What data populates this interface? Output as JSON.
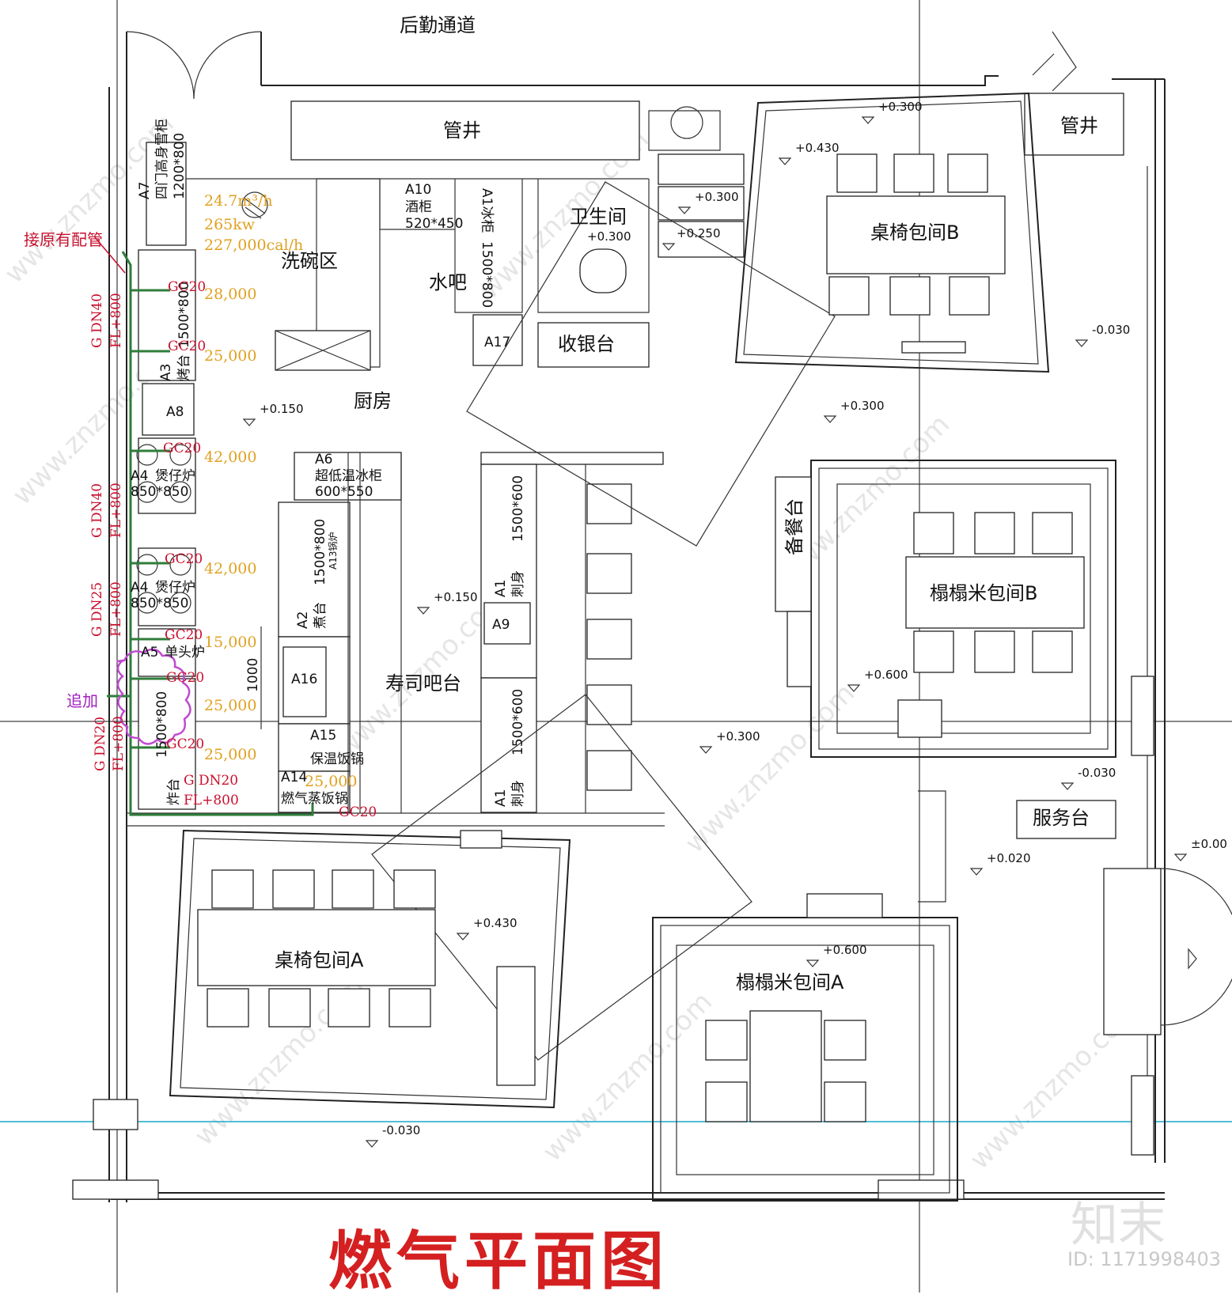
{
  "title": "燃气平面图",
  "watermark": "www.znzmo.com",
  "logo": "知末",
  "image_id": "ID: 1171998403",
  "rooms": {
    "corridor": "后勤通道",
    "shaft_left": "管井",
    "shaft_right": "管井",
    "dish_area": "洗碗区",
    "water_bar": "水吧",
    "toilet": "卫生间",
    "cashier": "收银台",
    "kitchen": "厨房",
    "sushi_bar": "寿司吧台",
    "private_b": "桌椅包间B",
    "private_a": "桌椅包间A",
    "tatami_b": "榻榻米包间B",
    "tatami_a": "榻榻米包间A",
    "service_station": "服务台",
    "serving_table": "备餐台"
  },
  "equipment": {
    "a7_code": "A7",
    "a7_name": "四门高身雪柜",
    "a7_size": "1200*800",
    "a10_code": "A10",
    "a10_name": "酒柜",
    "a10_size": "520*450",
    "a1_fridge": "A1冰柜",
    "a1_fridge_size": "1500*800",
    "a17": "A17",
    "a3_code": "A3",
    "a3_name": "烤台",
    "a3_size": "1500*800",
    "a8": "A8",
    "a4_code_1": "A4",
    "a4_name_1": "煲仔炉",
    "a4_size_1": "850*850",
    "a4_code_2": "A4",
    "a4_name_2": "煲仔炉",
    "a4_size_2": "850*850",
    "a5_code": "A5",
    "a5_name": "单头炉",
    "fry_size": "1500*800",
    "fry_name": "炸台",
    "a6_code": "A6",
    "a6_name": "超低温冰柜",
    "a6_size": "600*550",
    "a2_code": "A2",
    "a2_name": "煮台",
    "a2_size": "1500*800",
    "a13": "A13锅炉",
    "a16": "A16",
    "a15_code": "A15",
    "a15_name": "保温饭锅",
    "a14_code": "A14",
    "a14_name": "燃气蒸饭锅",
    "a1_sashimi_code_1": "A1",
    "a1_sashimi_name_1": "刺身",
    "a1_sashimi_size_1": "1500*600",
    "a9": "A9",
    "a1_sashimi_code_2": "A1",
    "a1_sashimi_name_2": "刺身",
    "a1_sashimi_size_2": "1500*600",
    "dim_1000": "1000"
  },
  "gas": {
    "connect_existing": "接原有配管",
    "add": "追加",
    "pipe_1": "G DN40",
    "pipe_1_fl": "FL+800",
    "pipe_2": "G DN40",
    "pipe_2_fl": "FL+800",
    "pipe_3": "G DN25",
    "pipe_3_fl": "FL+800",
    "pipe_4": "G DN20",
    "pipe_4_fl": "FL+800",
    "pipe_5": "G DN20",
    "pipe_5_fl": "FL+800",
    "gc": [
      "GC20",
      "GC20",
      "GC20",
      "GC20",
      "GC20",
      "GC20",
      "GC20",
      "GC20"
    ],
    "loads": [
      "28,000",
      "25,000",
      "42,000",
      "42,000",
      "15,000",
      "25,000",
      "25,000",
      "25,000"
    ],
    "meter_1": "24.7m³/h",
    "meter_2": "265kw",
    "meter_3": "227,000cal/h"
  },
  "elevations": [
    "+0.300",
    "+0.430",
    "+0.300",
    "+0.250",
    "+0.300",
    "-0.030",
    "+0.150",
    "+0.300",
    "+0.150",
    "+0.600",
    "+0.300",
    "-0.030",
    "+0.020",
    "±0.00",
    "+0.430",
    "+0.600",
    "-0.030"
  ],
  "colors": {
    "title": "#d42020",
    "gas_label": "#c8102e",
    "load_label": "#e0a020",
    "gas_pipe": "#2f7d3a",
    "revision_cloud": "#c04bd0",
    "axis_line": "#18a8c8"
  }
}
